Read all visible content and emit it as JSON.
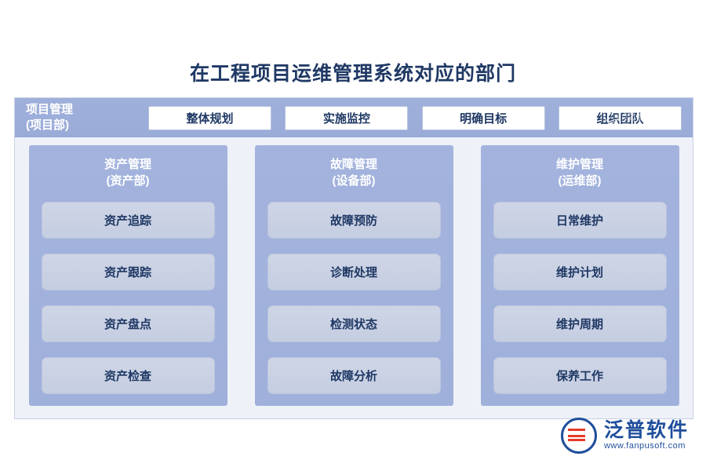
{
  "title": "在工程项目运维管理系统对应的部门",
  "header": {
    "label_line1": "项目管理",
    "label_line2": "(项目部)",
    "boxes": [
      {
        "label": "整体规划"
      },
      {
        "label": "实施监控"
      },
      {
        "label": "明确目标"
      },
      {
        "label": "组织团队"
      }
    ],
    "watermark": "泛普软件"
  },
  "columns": [
    {
      "title_line1": "资产管理",
      "title_line2": "(资产部)",
      "items": [
        "资产追踪",
        "资产跟踪",
        "资产盘点",
        "资产检查"
      ]
    },
    {
      "title_line1": "故障管理",
      "title_line2": "(设备部)",
      "items": [
        "故障预防",
        "诊断处理",
        "检测状态",
        "故障分析"
      ]
    },
    {
      "title_line1": "维护管理",
      "title_line2": "(运维部)",
      "items": [
        "日常维护",
        "维护计划",
        "维护周期",
        "保养工作"
      ]
    }
  ],
  "logo": {
    "name_cn": "泛普软件",
    "name_en": "www.fanpusoft.com"
  },
  "colors": {
    "title_text": "#1f3864",
    "band": "#9fb0db",
    "column": "#a3b3dd",
    "item": "#ced5e6",
    "frame_bg": "#eef1f8",
    "logo_blue": "#1f4e9c",
    "logo_red": "#e8392a"
  }
}
